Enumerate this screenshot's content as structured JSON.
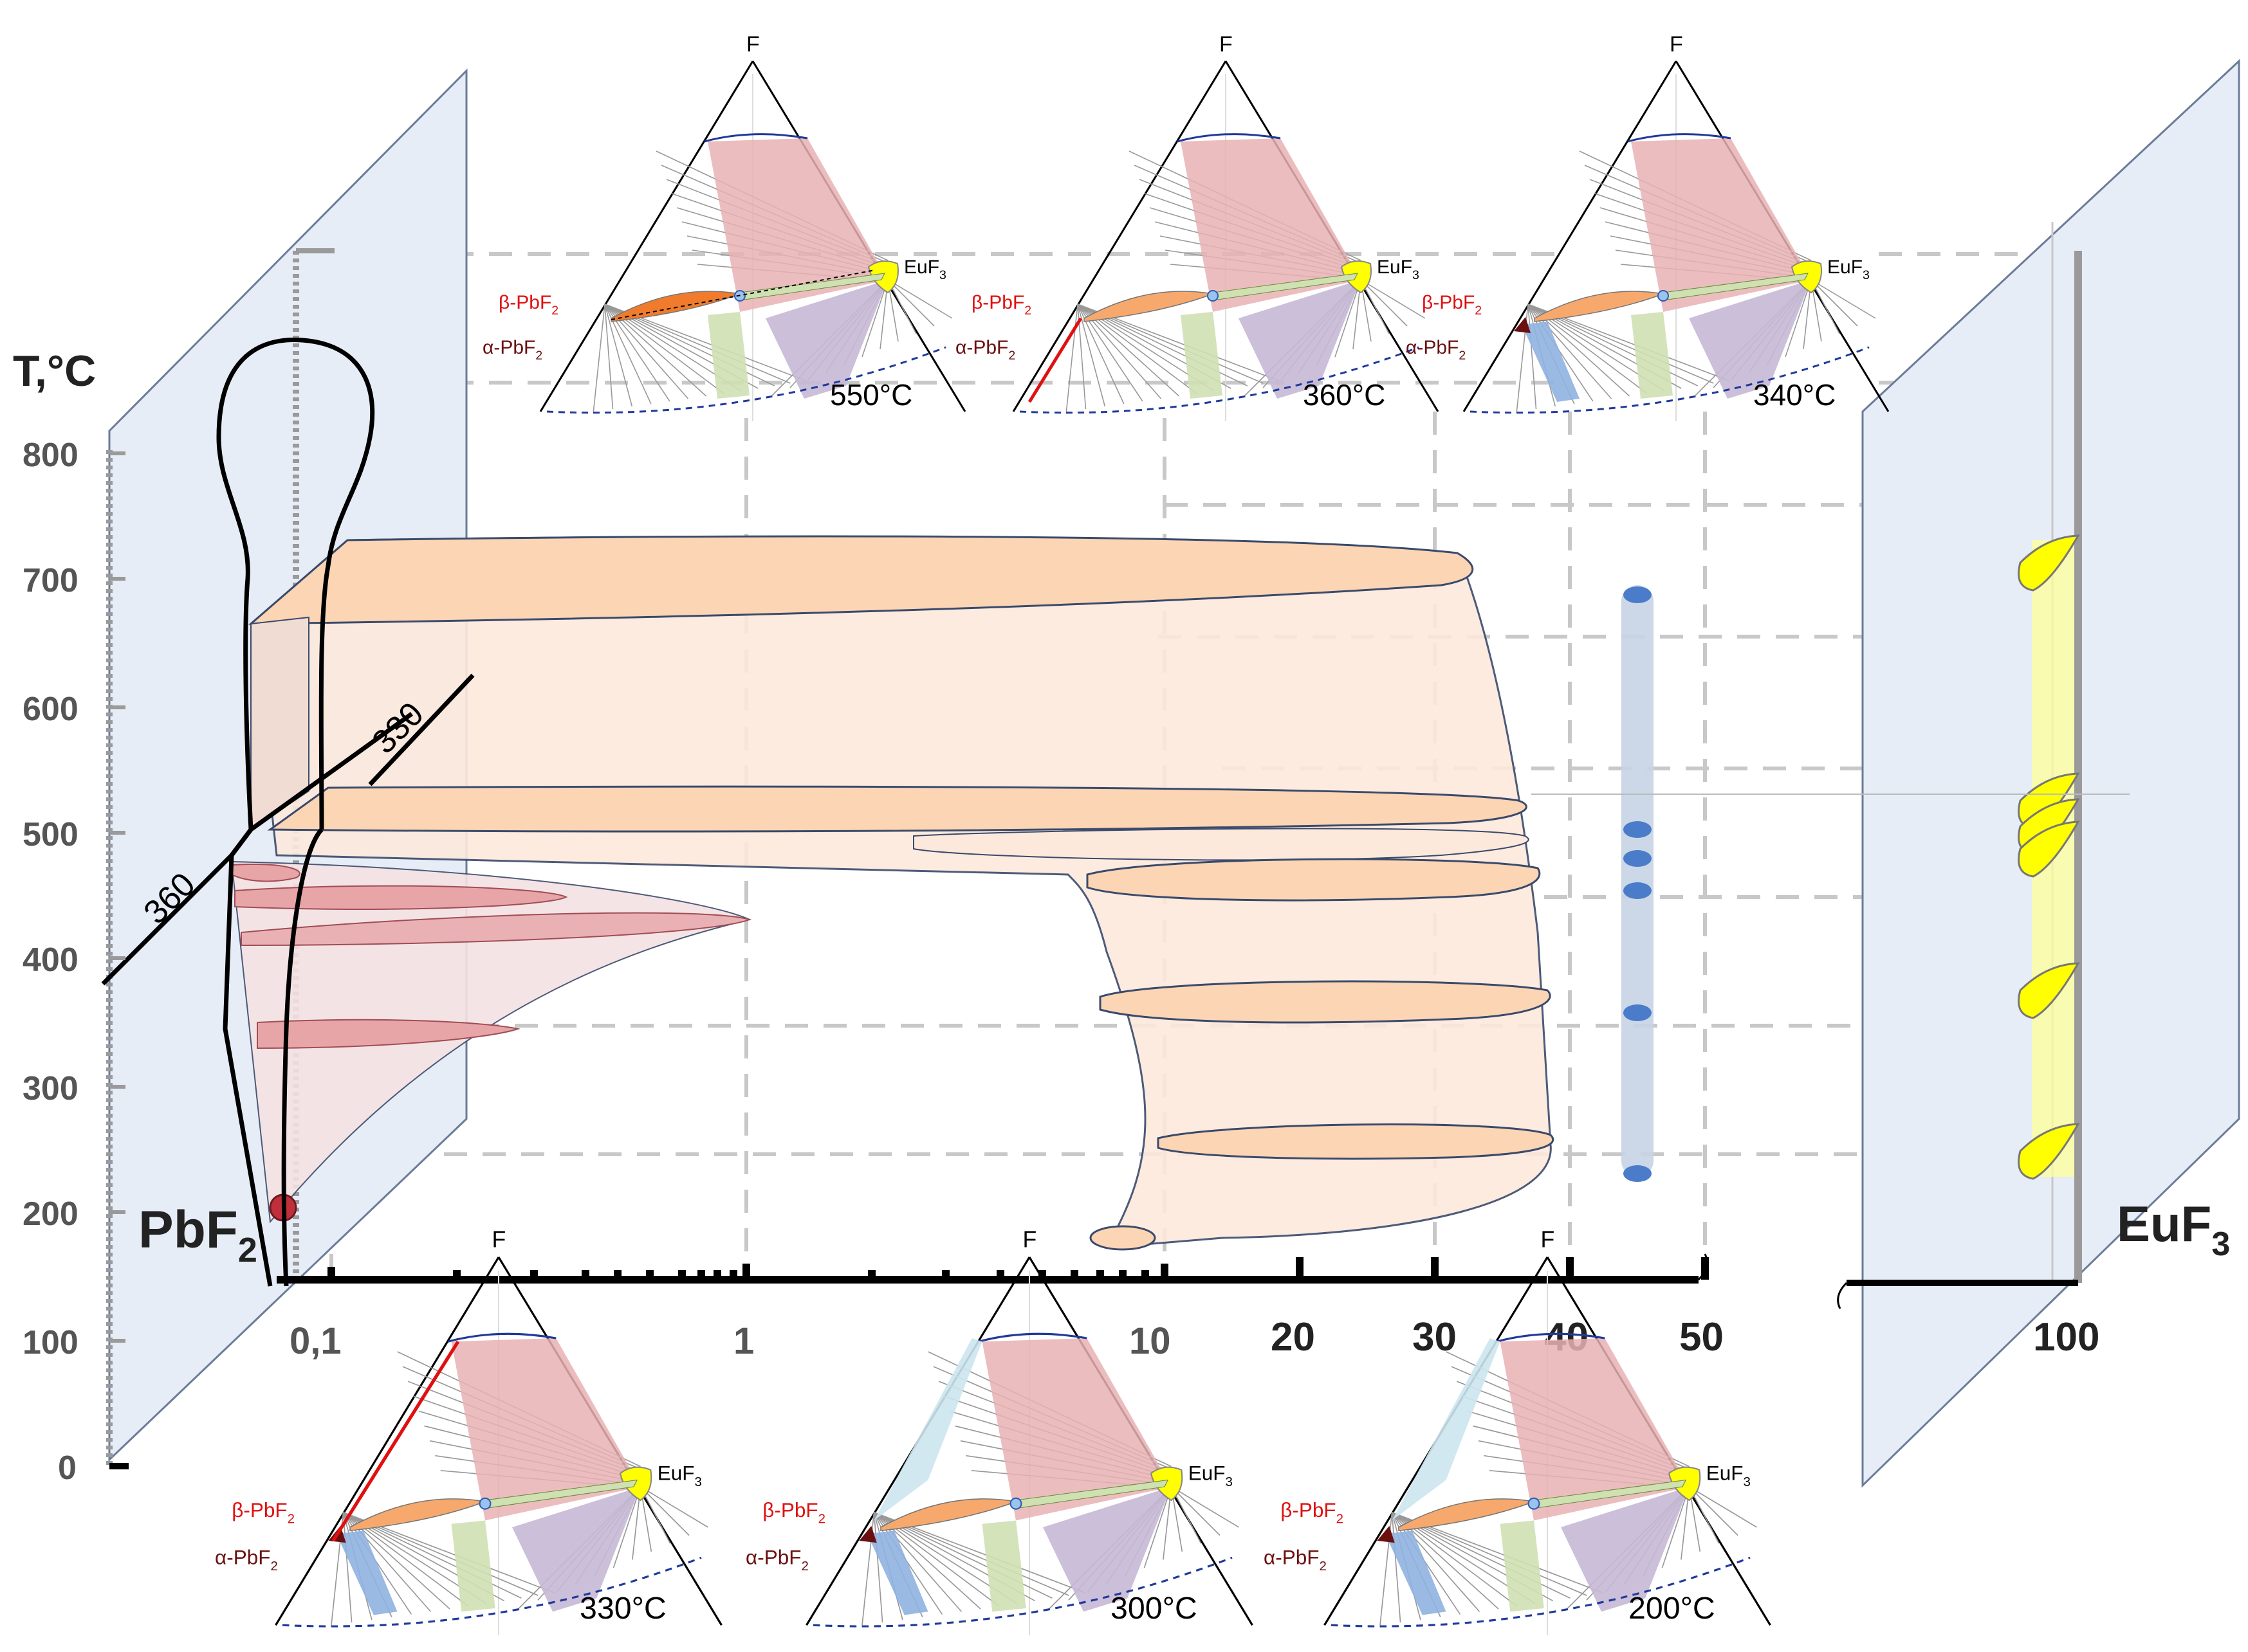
{
  "axis": {
    "t_label": "T,°C",
    "t_ticks": [
      "800",
      "700",
      "600",
      "500",
      "400",
      "300",
      "200",
      "100",
      "0"
    ],
    "x_ticks_log": [
      "0,1",
      "1",
      "10"
    ],
    "x_ticks_lin": [
      "20",
      "30",
      "40",
      "50"
    ],
    "x_end": "100"
  },
  "components": {
    "left": "PbF",
    "left_sub": "2",
    "right": "EuF",
    "right_sub": "3"
  },
  "isotherm_lines": [
    "330",
    "360"
  ],
  "ternary": {
    "apex": "F",
    "euf3": "EuF",
    "euf3_sub": "3",
    "beta": "β-PbF",
    "alpha": "α-PbF",
    "sub2": "2",
    "temps": [
      "550°C",
      "360°C",
      "340°C",
      "330°C",
      "300°C",
      "200°C"
    ]
  },
  "colors": {
    "peach": "#fcd5b5",
    "peach_light": "#fde9dc",
    "rose": "#e8a5a8",
    "pink_region": "#e9b1b4",
    "purple_region": "#c7b8d6",
    "green_region": "#cfe0b2",
    "blue_region": "#8fb1e0",
    "lightblue_region": "#cde6ef",
    "yellow": "#ffff00",
    "orange": "#f07b2c",
    "wall": "#e6edf6",
    "marker": "#4a7cc9"
  }
}
